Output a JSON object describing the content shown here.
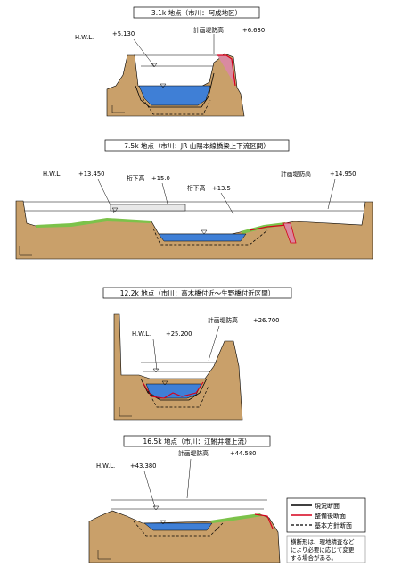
{
  "sections": [
    {
      "title": "3.1k 地点（市川：阿成地区）",
      "hwl_label": "H.W.L.",
      "hwl_value": "+5.130",
      "dike_label": "計画堤防高",
      "dike_value": "+6.630"
    },
    {
      "title": "7.5k 地点（市川：JR 山陽本線橋梁上下流区間）",
      "hwl_label": "H.W.L.",
      "hwl_value": "+13.450",
      "girder1_label": "桁下高",
      "girder1_value": "+15.0",
      "girder2_label": "桁下高",
      "girder2_value": "+13.5",
      "dike_label": "計画堤防高",
      "dike_value": "+14.950"
    },
    {
      "title": "12.2k 地点（市川：高木橋付近～生野橋付近区間）",
      "hwl_label": "H.W.L.",
      "hwl_value": "+25.200",
      "dike_label": "計画堤防高",
      "dike_value": "+26.700"
    },
    {
      "title": "16.5k 地点（市川：江鮒井堰上流）",
      "hwl_label": "H.W.L.",
      "hwl_value": "+43.380",
      "dike_label": "計画堤防高",
      "dike_value": "+44.580"
    }
  ],
  "legend": {
    "items": [
      {
        "label": "現況断面",
        "color": "#000000"
      },
      {
        "label": "整備後断面",
        "color": "#d6001c"
      },
      {
        "label": "基本方針断面",
        "color": "#000000"
      }
    ]
  },
  "note": {
    "lines": [
      "横断形は、現地精査など",
      "により必要に応じて変更",
      "する場合がある。"
    ]
  },
  "colors": {
    "water": "#3f7fd6",
    "ground": "#c9a06a",
    "grass": "#7cc24a",
    "revetment": "#d98aa0",
    "red": "#d6001c"
  }
}
